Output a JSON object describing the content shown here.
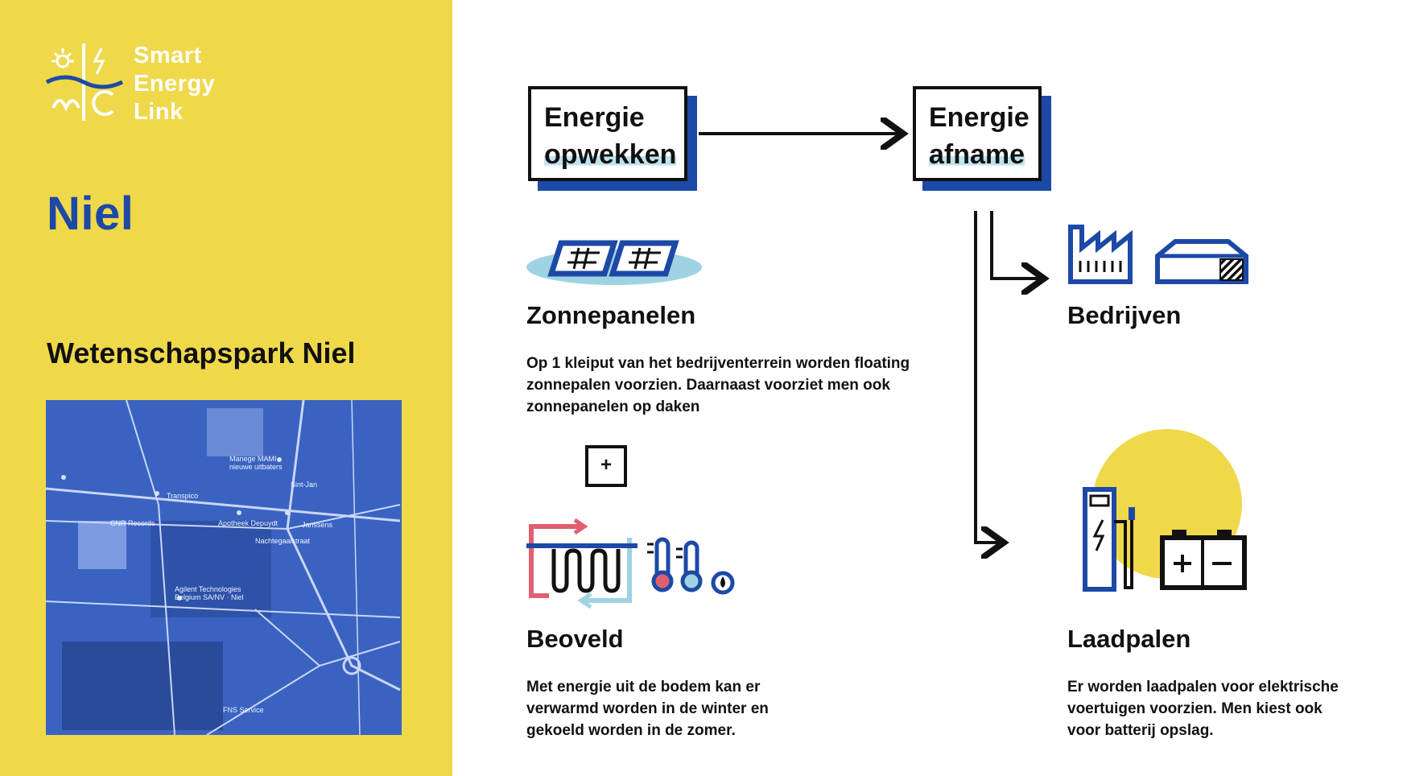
{
  "logo": {
    "line1": "Smart",
    "line2": "Energy",
    "line3": "Link"
  },
  "location": {
    "title": "Niel",
    "park_name": "Wetenschapspark Niel"
  },
  "map_labels": [
    "Manege MAMI\nnieuwe uitbaters",
    "Transpico",
    "Sint-Jan",
    "CNR Records",
    "Apotheek Depuydt",
    "Janssens",
    "Nachtegaalstraat",
    "Agilent Technologies Belgium SA/NV · Niel",
    "FNS Service"
  ],
  "diagram": {
    "source_box": {
      "line1": "Energie",
      "line2": "opwekken"
    },
    "target_box": {
      "line1": "Energie",
      "line2": "afname"
    },
    "plus_symbol": "+"
  },
  "sections": {
    "zonnepanelen": {
      "title": "Zonnepanelen",
      "desc": "Op 1 kleiput van het bedrijventerrein worden floating zonnepalen voorzien. Daarnaast voorziet men ook zonnepanelen op daken"
    },
    "beoveld": {
      "title": "Beoveld",
      "desc": "Met energie uit de bodem kan er verwarmd worden in de winter en gekoeld worden in de zomer."
    },
    "bedrijven": {
      "title": "Bedrijven"
    },
    "laadpalen": {
      "title": "Laadpalen",
      "desc": "Er worden laadpalen voor elektrische voertuigen voorzien. Men kiest ook voor batterij opslag."
    }
  },
  "colors": {
    "yellow": "#efd84a",
    "blue": "#1d49a6",
    "light_blue": "#9fd3e3",
    "red": "#e06070",
    "black": "#111111"
  }
}
